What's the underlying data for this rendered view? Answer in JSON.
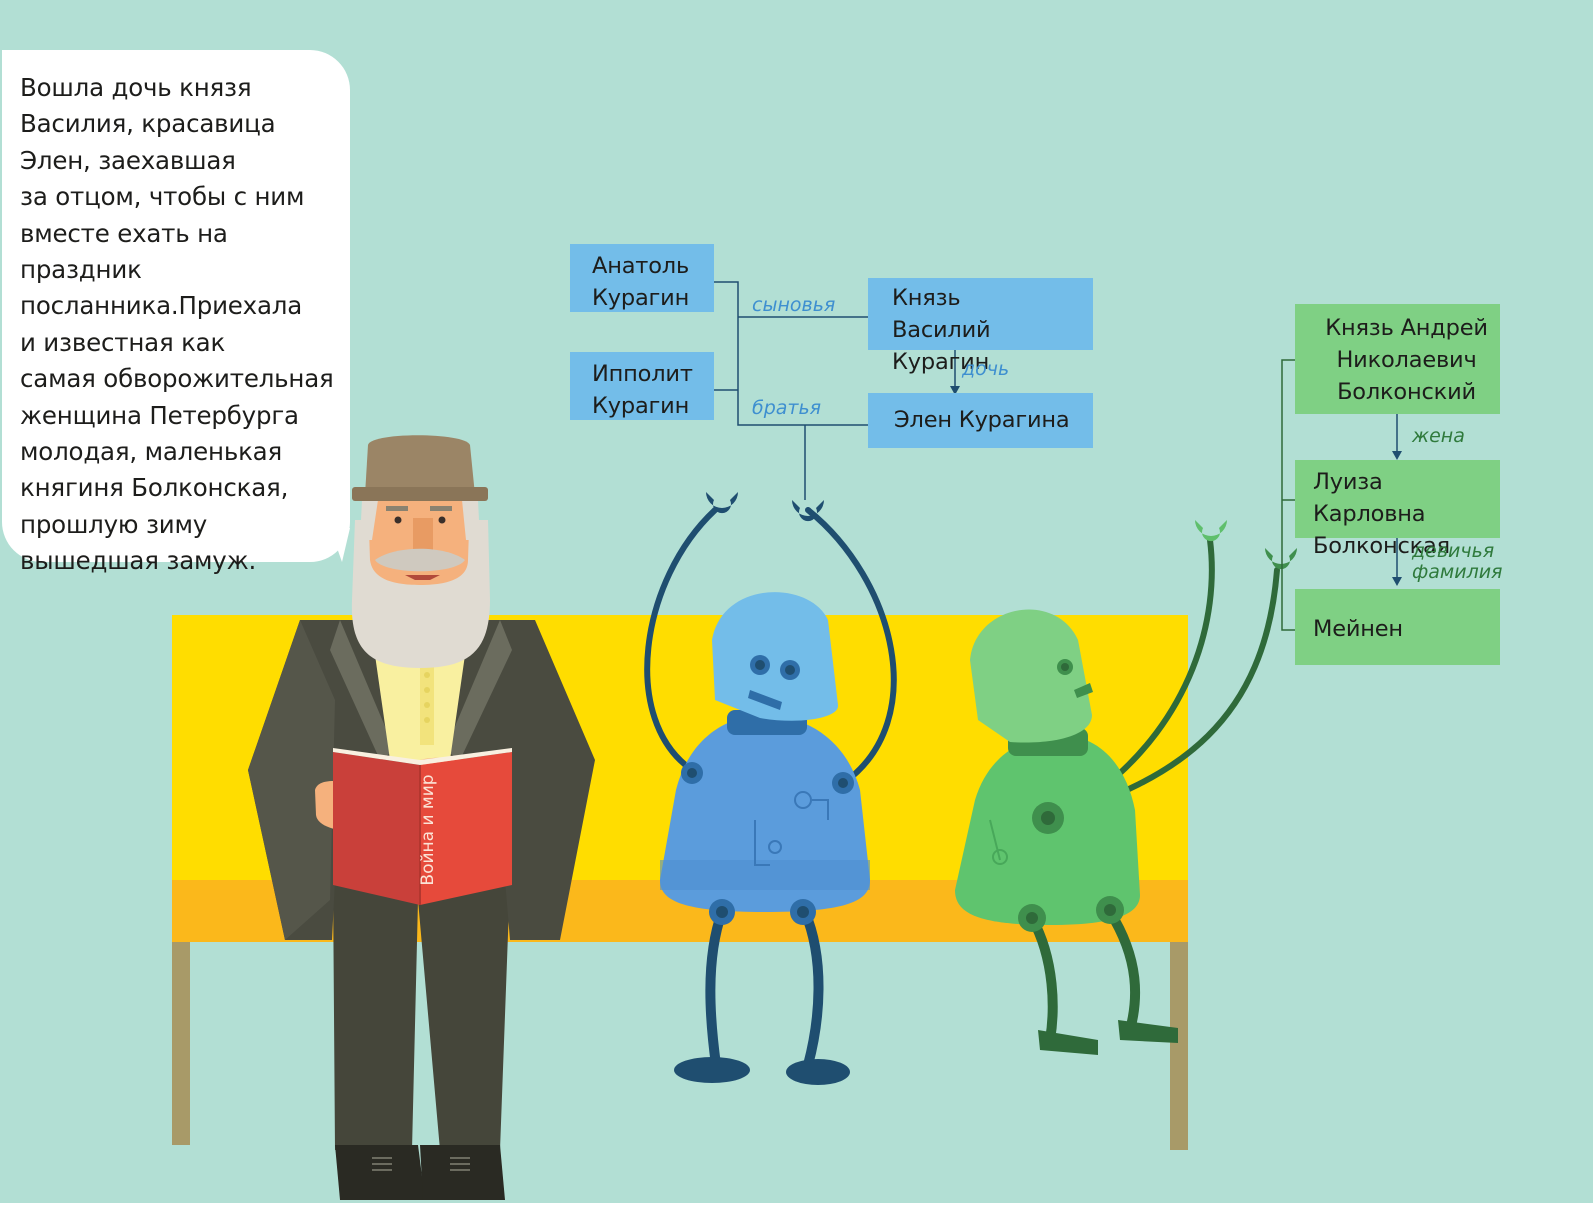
{
  "speech_bubble": {
    "text": "Вошла дочь князя\nВасилия, красавица\nЭлен, заехавшая\nза отцом, чтобы с ним\nвместе ехать на праздник\nпосланника.Приехала\nи известная как\nсамая обворожительная\nженщина Петербурга\nмолодая, маленькая\nкнягиня Болконская,\nпрошлую зиму\nвышедшая замуж."
  },
  "book": {
    "title": "Война и мир"
  },
  "kuragin_graph": {
    "nodes": {
      "anatol": "Анатоль\nКурагин",
      "ippolit": "Ипполит\nКурагин",
      "vasily": "Князь\nВасилий Курагин",
      "helen": "Элен Курагина"
    },
    "edges": {
      "sons": "сыновья",
      "daughter": "дочь",
      "brothers": "братья"
    }
  },
  "bolkonsky_graph": {
    "nodes": {
      "andrey": "Князь Андрей\nНиколаевич\nБолконский",
      "lisa": "Луиза Карловна\nБолконская",
      "meinen": "Мейнен"
    },
    "edges": {
      "wife": "жена",
      "maiden_name": "девичья\nфамилия"
    }
  },
  "colors": {
    "background": "#b2dfd4",
    "blue_node": "#73bde9",
    "green_node": "#7fd084",
    "blue_line": "#1f4e70",
    "green_line": "#2f6a3a",
    "bench": "#ffdd00",
    "book": "#e64a3b"
  }
}
